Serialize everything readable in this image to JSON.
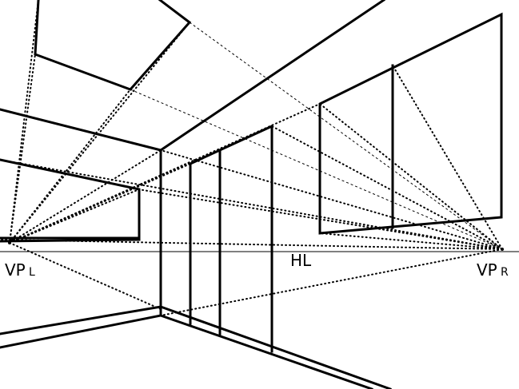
{
  "labels": {
    "vp_left_main": "VP",
    "vp_left_sub": "L",
    "horizon": "HL",
    "vp_right_main": "VP",
    "vp_right_sub": "R"
  }
}
